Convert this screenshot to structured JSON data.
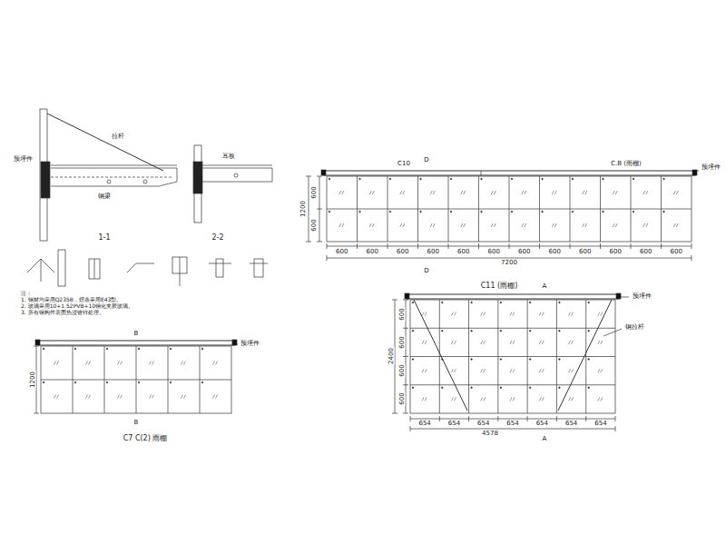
{
  "diagram": {
    "labels": [
      "C10",
      "C.B (雨棚)",
      "预埋件",
      "D",
      "600",
      "600",
      "600",
      "600",
      "600",
      "600",
      "600",
      "600",
      "600",
      "600",
      "600",
      "600",
      "7200",
      "D",
      "600",
      "600",
      "1200",
      "B",
      "预埋件",
      "1200",
      "B",
      "C7  C(2) 雨棚",
      "C11 (雨棚)",
      "A",
      "预埋件",
      "钢拉杆",
      "600",
      "600",
      "600",
      "600",
      "2400",
      "654",
      "654",
      "654",
      "654",
      "654",
      "654",
      "654",
      "4578",
      "A",
      "1-1",
      "2-2",
      "拉杆",
      "钢梁",
      "预埋件",
      "注：",
      "1. 钢材均采用Q235B，焊条采用E43型。",
      "2. 玻璃采用10+1.52PVB+10钢化夹胶玻璃。",
      "3. 所有钢构件表面热浸镀锌处理。",
      "耳板"
    ]
  }
}
